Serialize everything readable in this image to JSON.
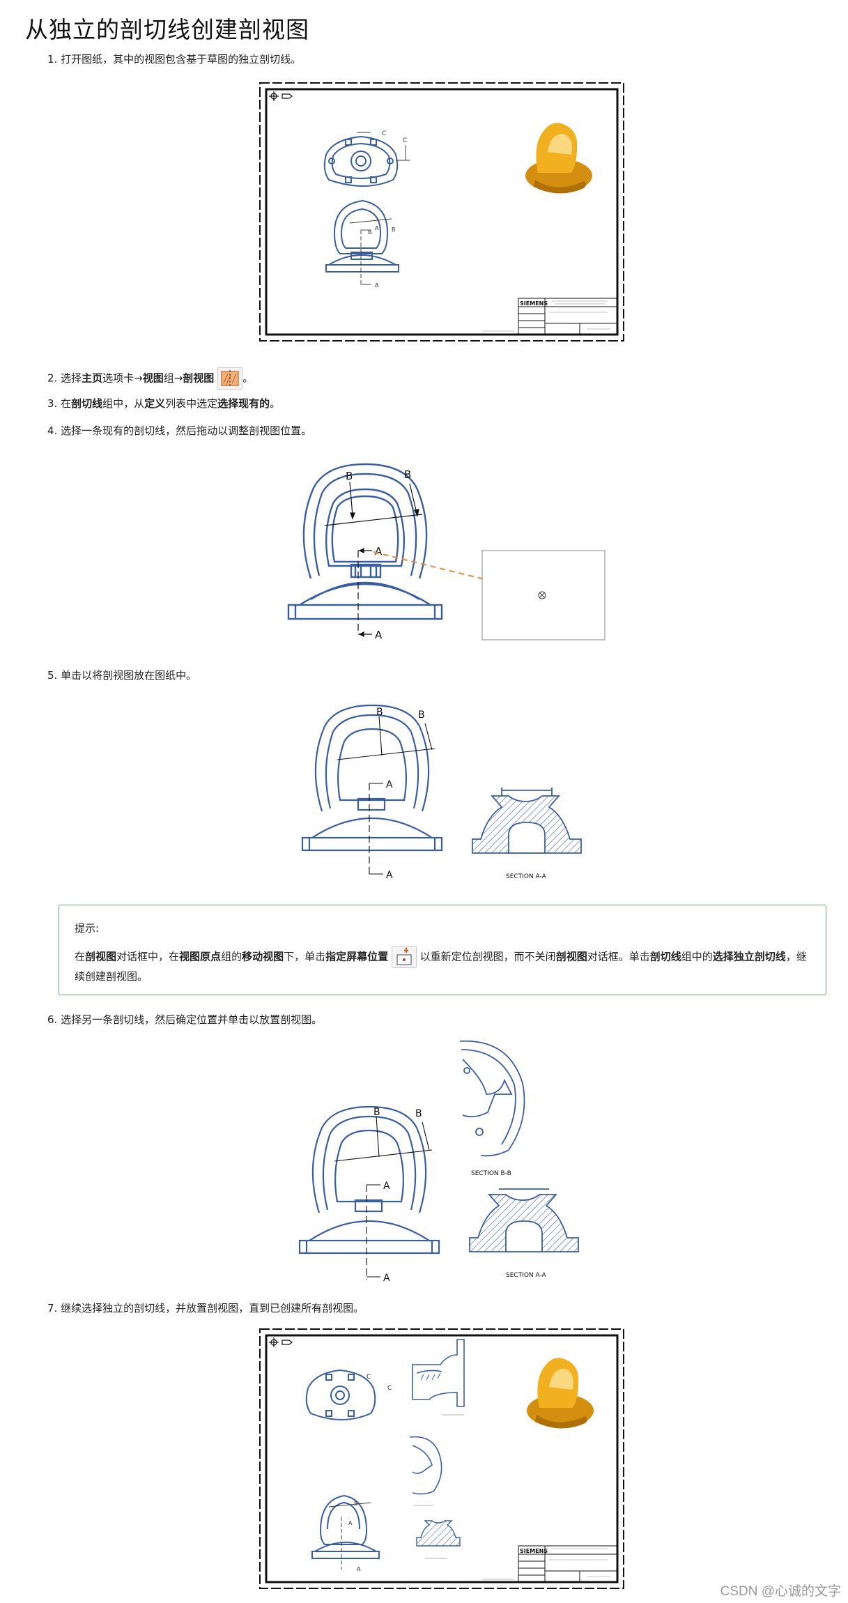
{
  "title": "从独立的剖切线创建剖视图",
  "steps": {
    "s1": "1. 打开图纸，其中的视图包含基于草图的独立剖切线。",
    "s2": {
      "pre": "2. 选择",
      "b1": "主页",
      "m1": "选项卡→",
      "b2": "视图",
      "m2": "组→",
      "b3": "剖视图",
      "end": "。"
    },
    "s3": {
      "pre": "3. 在",
      "b1": "剖切线",
      "m1": "组中，从",
      "b2": "定义",
      "m2": "列表中选定",
      "b3": "选择现有的",
      "end": "。"
    },
    "s4": "4. 选择一条现有的剖切线，然后拖动以调整剖视图位置。",
    "s5": "5. 单击以将剖视图放在图纸中。",
    "s6": "6. 选择另一条剖切线，然后确定位置并单击以放置剖视图。",
    "s7": "7. 继续选择独立的剖切线，并放置剖视图，直到已创建所有剖视图。"
  },
  "tip": {
    "label": "提示:",
    "p1": "在",
    "b1": "剖视图",
    "p2": "对话框中，在",
    "b2": "视图原点",
    "p3": "组的",
    "b3": "移动视图",
    "p4": "下，单击",
    "b4": "指定屏幕位置",
    "p5": " 以重新定位剖视图，而不关闭",
    "b5": "剖视图",
    "p6": "对话框。单击",
    "b6": "剖切线",
    "p7": "组中的",
    "b7": "选择独立剖切线",
    "p8": "，继续创建剖视图。"
  },
  "labels": {
    "A": "A",
    "B": "B",
    "C": "C",
    "section_aa": "SECTION A-A",
    "section_bb": "SECTION B-B",
    "siemens": "SIEMENS"
  },
  "icons": {
    "section_view": "section-view-icon",
    "screen_position": "screen-position-icon"
  },
  "colors": {
    "part_blue": "#3a5fa0",
    "drag_line": "#e0904a",
    "tip_border": "#6aa36f",
    "part_gold": "#e0a520"
  },
  "watermark": "CSDN @心诚的文字"
}
